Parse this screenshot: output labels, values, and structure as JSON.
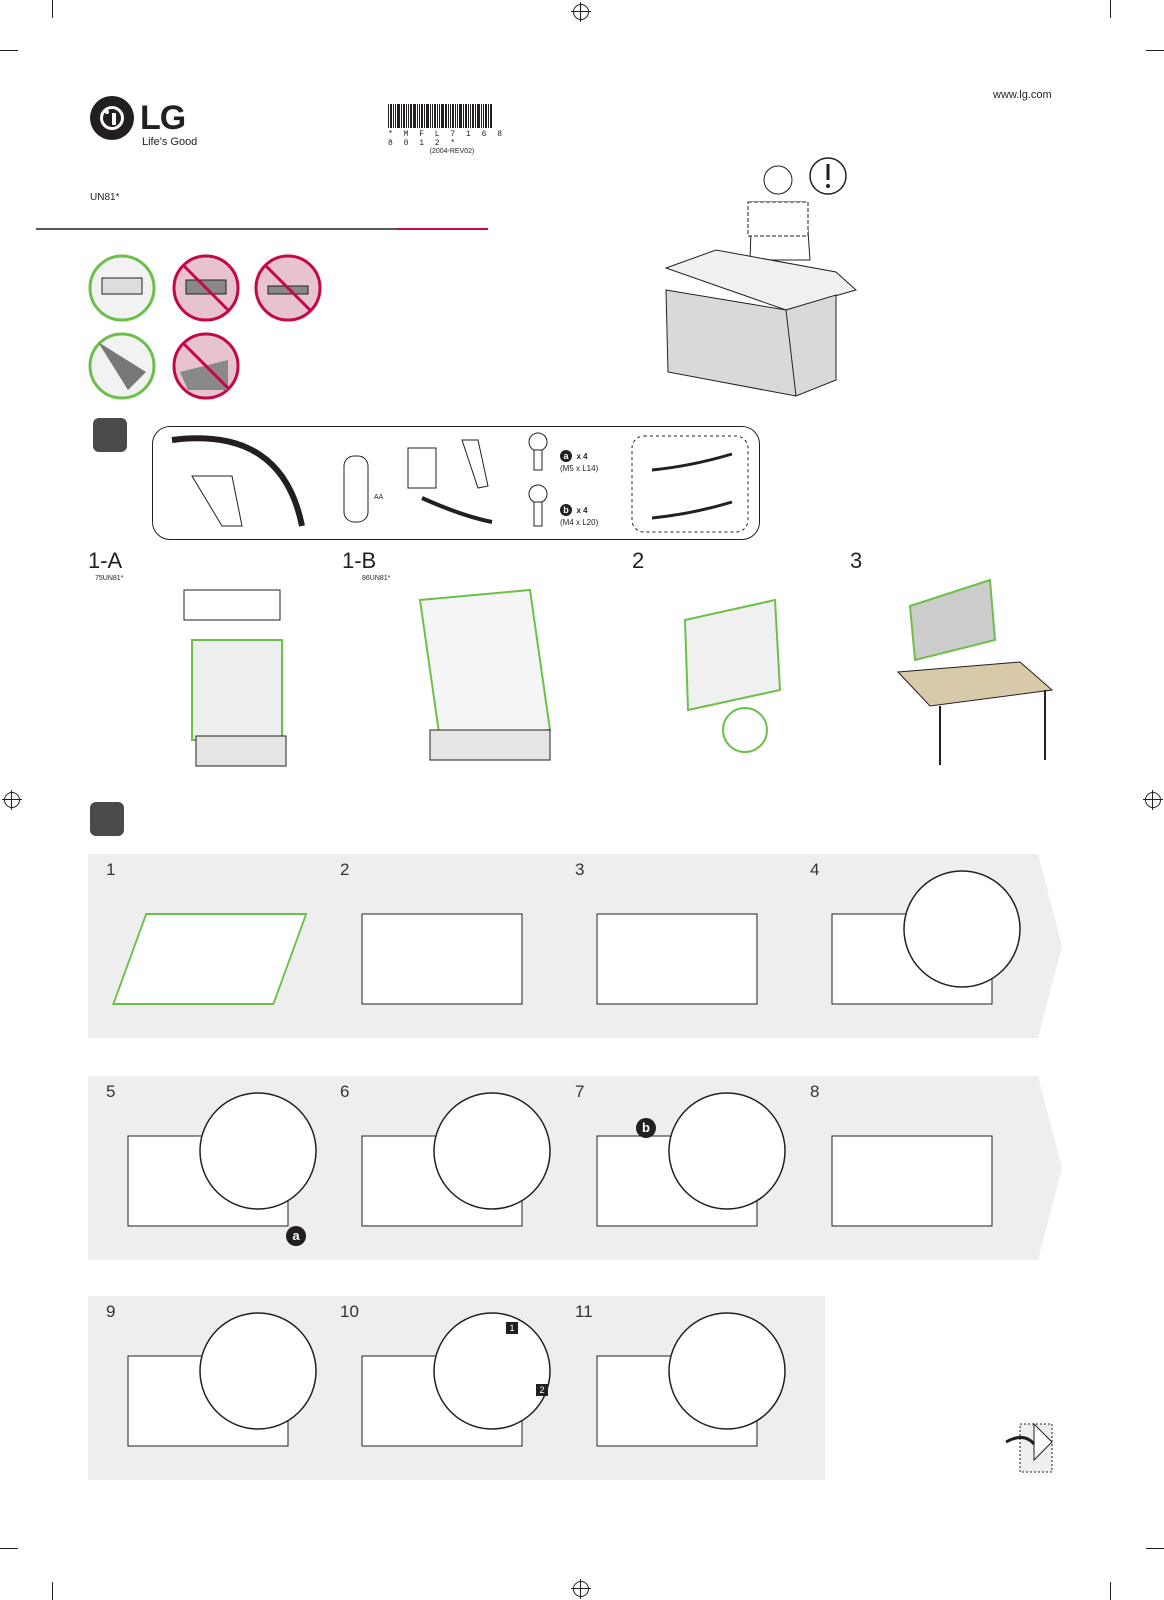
{
  "brand": {
    "name": "LG",
    "tagline": "Life's Good"
  },
  "barcode": {
    "code": "* M F L 7 1 6 8 8 0 1 2 *",
    "revision": "(2004-REV02)"
  },
  "website": "www.lg.com",
  "model": "UN81*",
  "unpacking": {
    "steps": [
      {
        "label": "1-A",
        "model": "75UN81*"
      },
      {
        "label": "1-B",
        "model": "86UN81*"
      },
      {
        "label": "2"
      },
      {
        "label": "3"
      }
    ]
  },
  "parts": {
    "battery_label": "AA",
    "screw_a": {
      "badge": "a",
      "qty": "x 4",
      "spec": "(M5 x L14)"
    },
    "screw_b": {
      "badge": "b",
      "qty": "x 4",
      "spec": "(M4 x L20)"
    }
  },
  "assembly": {
    "step_numbers": [
      "1",
      "2",
      "3",
      "4",
      "5",
      "6",
      "7",
      "8",
      "9",
      "10",
      "11"
    ],
    "callouts": {
      "step5": "a",
      "step7": "b"
    },
    "step9_sub": {
      "one": "1",
      "two": "2"
    }
  },
  "colors": {
    "accent_green": "#6cc04a",
    "rule_red": "#c4064a",
    "panel_bg": "#eeeeef"
  }
}
